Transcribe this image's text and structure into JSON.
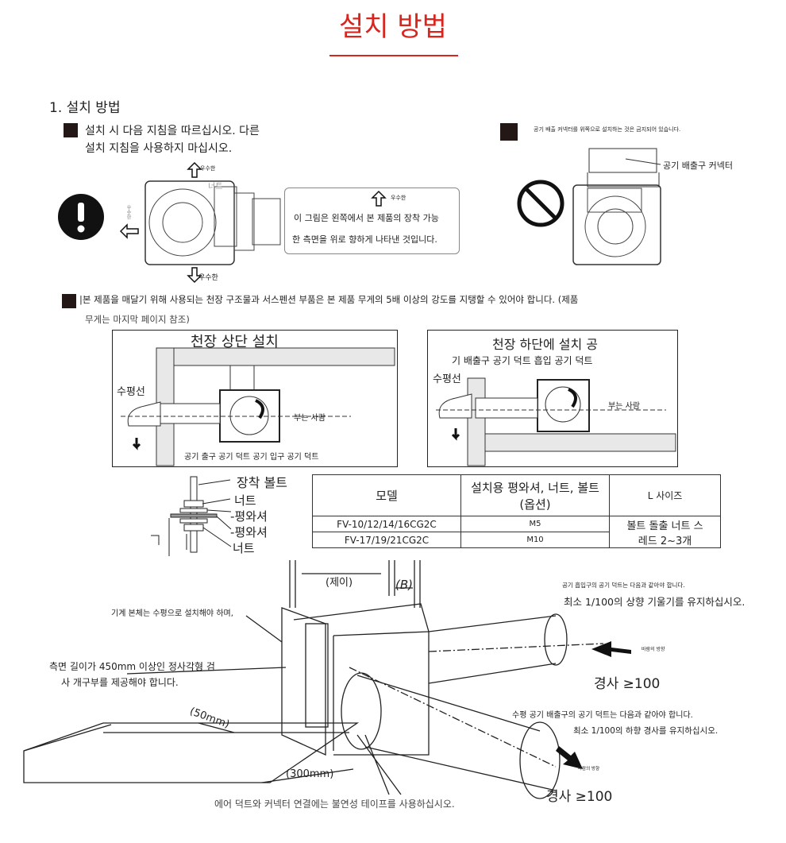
{
  "header": {
    "title": "설치 방법",
    "accent_color": "#d7261e"
  },
  "section": {
    "heading": "1. 설치 방법"
  },
  "note1": {
    "line1": "설치 시 다음 지침을 따르십시오. 다른",
    "line2": "설치 지침을 사용하지 마십시오."
  },
  "orientation": {
    "top_label": "우수한",
    "bottom_label": "우수한",
    "left_label": "우수한",
    "nut_label": "너트",
    "box_arrow_label": "우수한",
    "box_line1": "이 그림은 왼쪽에서 본 제품의 장착 가능",
    "box_line2": "한 측면을 위로 향하게 나타낸 것입니다."
  },
  "prohibited": {
    "text": "공기 배출 커넥터를 위쪽으로 설치하는 것은 금지되어 있습니다.",
    "connector_label": "공기 배출구 커넥터"
  },
  "note2": {
    "line1": "|본 제품을 매달기 위해 사용되는 천장 구조물과 서스펜션 부품은 본 제품 무게의 5배 이상의 강도를 지탱할 수 있어야 합니다. (제품",
    "line2": "무게는 마지막 페이지 참조)"
  },
  "ceiling_upper": {
    "title": "천장 상단 설치",
    "level_label": "수평선",
    "blade_label": "부는 사람",
    "duct_label": "공기 출구 공기 덕트 공기 입구 공기 덕트"
  },
  "ceiling_lower": {
    "title": "천장 하단에 설치 공",
    "duct_label": "기 배출구 공기 덕트 흡입 공기 덕트",
    "level_label": "수평선",
    "blade_label": "부는 사람"
  },
  "bolt": {
    "labels": [
      "장착 볼트",
      "너트",
      "-평와셔",
      "-평와셔",
      "너트"
    ]
  },
  "spec_table": {
    "headers": [
      "모델",
      "설치용 평와셔, 너트, 볼트(옵션)",
      "L 사이즈"
    ],
    "rows": [
      {
        "model": "FV-10/12/14/16CG2C",
        "bolt": "M5"
      },
      {
        "model": "FV-17/19/21CG2C",
        "bolt": "M10"
      }
    ],
    "l_size": "볼트 돌출 너트 스레드 2~3개"
  },
  "install": {
    "dim_a": "(제이)",
    "dim_b": "(B)",
    "horizontal_note": "기계 본체는 수평으로 설치해야 하며,",
    "inspection_line1": "측면 길이가 450mm 이상인 정사각형 검",
    "inspection_line2": "사 개구부를 제공해야 합니다.",
    "dim_50": "(50mm)",
    "dim_300": "(300mm)",
    "intake_line1": "공기 흡입구의 공기 덕트는 다음과 같아야 합니다.",
    "intake_line2": "최소 1/100의 상향 기울기를 유지하십시오.",
    "wind_dir_1": "바람의 방향",
    "slope_1": "경사 ≥100",
    "exhaust_line1": "수평 공기 배출구의 공기 덕트는 다음과 같아야 합니다.",
    "exhaust_line2": "최소 1/100의 하향 경사를 유지하십시오.",
    "wind_dir_2": "바람의 방향",
    "slope_2": "경사 ≥100",
    "tape_note": "에어 덕트와 커넥터 연결에는 불연성 테이프를 사용하십시오."
  }
}
